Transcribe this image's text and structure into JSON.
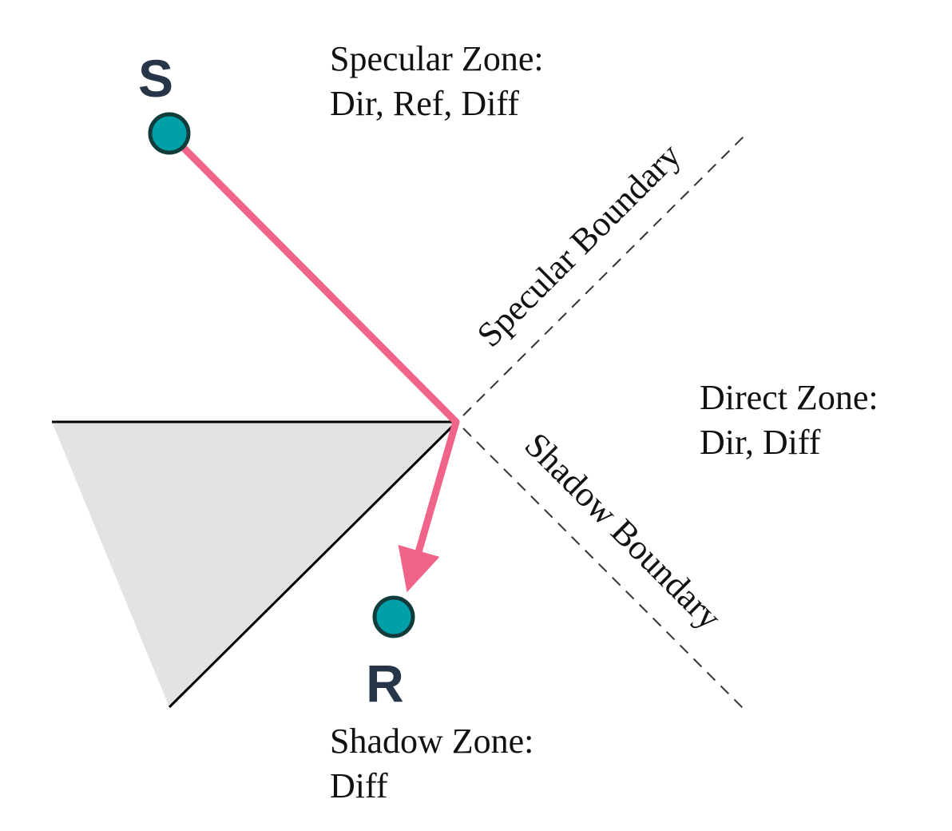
{
  "colors": {
    "background": "#ffffff",
    "wedge_fill": "#e3e3e3",
    "wedge_stroke": "#000000",
    "ray": "#f0648a",
    "point_fill": "#00a0a8",
    "point_stroke": "#123c3c",
    "point_label": "#263548",
    "boundary": "#333333",
    "text": "#111111"
  },
  "points": {
    "source": {
      "label": "S"
    },
    "receiver": {
      "label": "R"
    }
  },
  "zones": {
    "specular": {
      "title": "Specular Zone:",
      "components": "Dir, Ref, Diff"
    },
    "direct": {
      "title": "Direct Zone:",
      "components": "Dir, Diff"
    },
    "shadow": {
      "title": "Shadow Zone:",
      "components": "Diff"
    }
  },
  "boundaries": {
    "specular": "Specular Boundary",
    "shadow": "Shadow Boundary"
  }
}
